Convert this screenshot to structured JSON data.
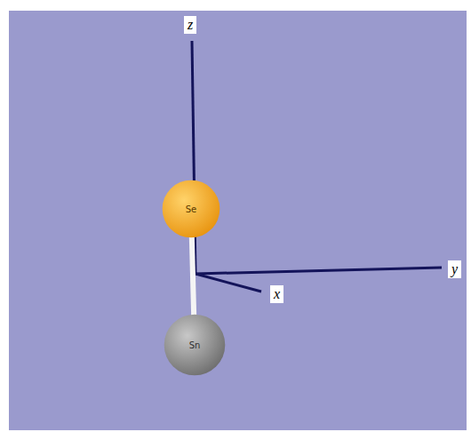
{
  "diagram": {
    "nodes": [
      {
        "text": [
          "Se"
        ]
      },
      {
        "text": [
          "Sn"
        ]
      }
    ],
    "edges": [
      {
        "from": 0,
        "to": 1,
        "arrow": "none"
      }
    ],
    "labels": [
      "z",
      "y",
      "x"
    ]
  }
}
